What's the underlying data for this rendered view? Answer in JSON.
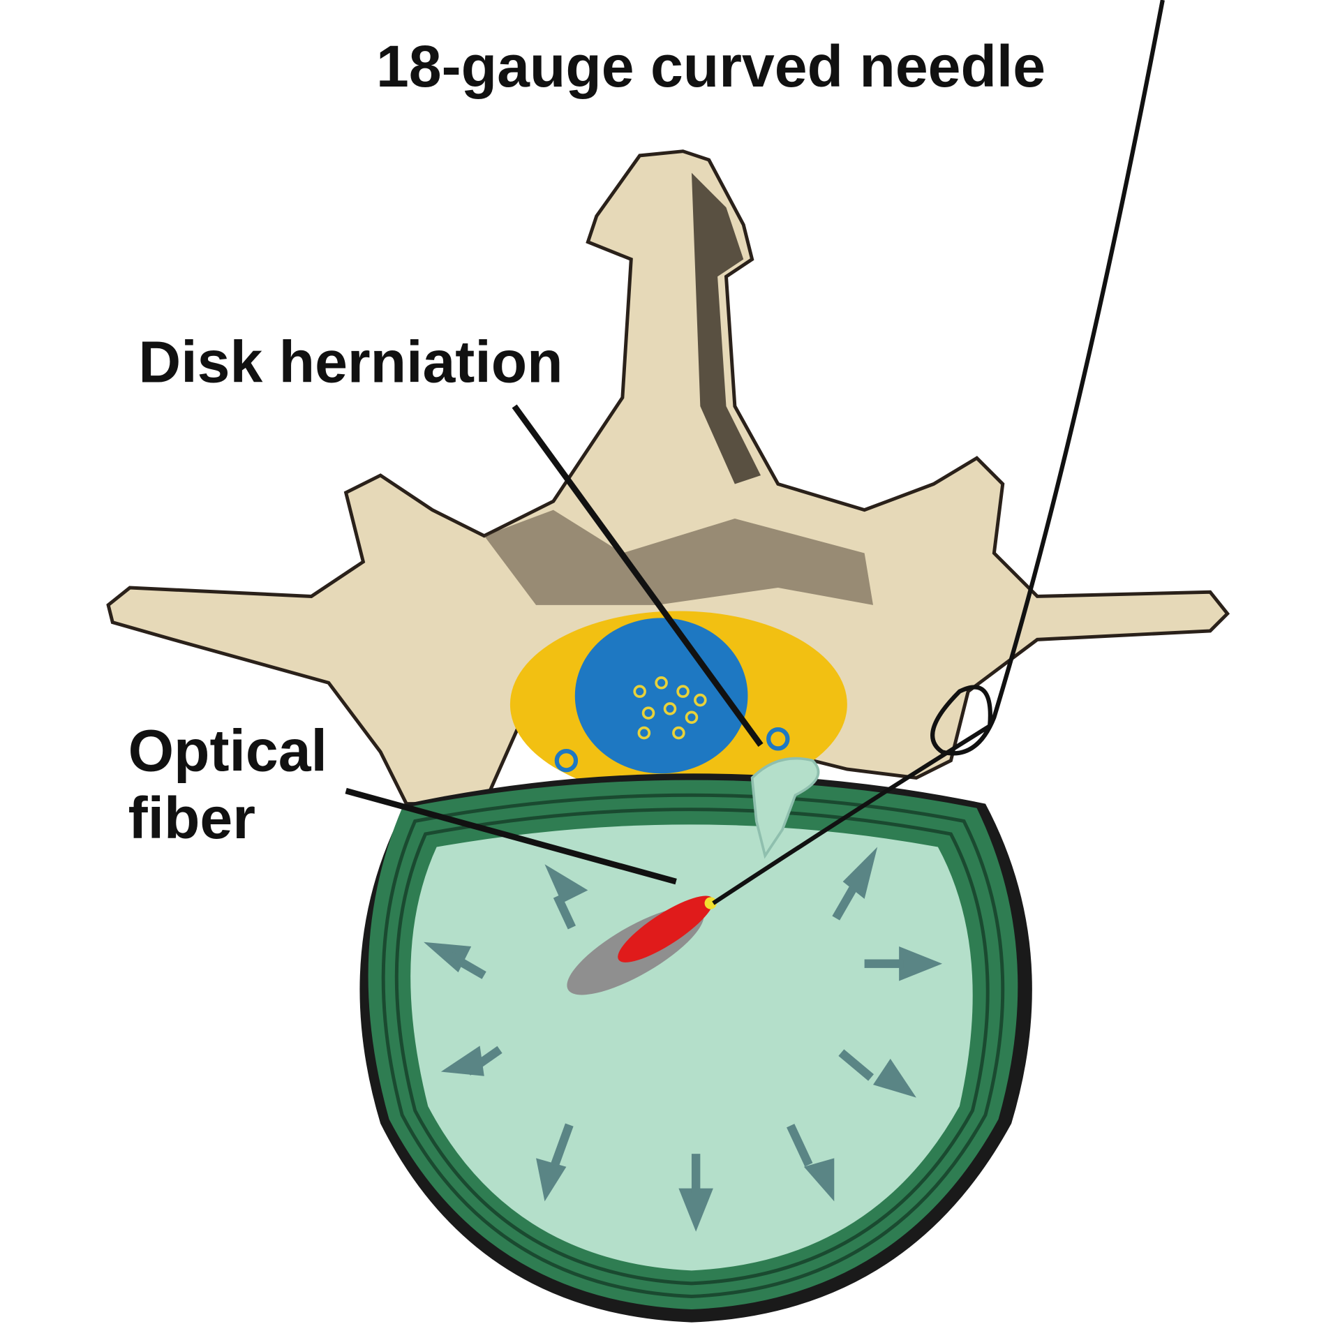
{
  "labels": {
    "needle": "18-gauge curved needle",
    "herniation": "Disk herniation",
    "fiber_line1": "Optical",
    "fiber_line2": "fiber"
  },
  "colors": {
    "bone": "#e6d9b8",
    "bone_shadow": "#2a211a",
    "canal": "#f2c012",
    "cord": "#1e78c2",
    "annulus": "#2f7d52",
    "nucleus": "#b4dfca",
    "arrow": "#5a8585",
    "laser": "#e01b1b",
    "laser_halo": "#8f8f8f"
  }
}
